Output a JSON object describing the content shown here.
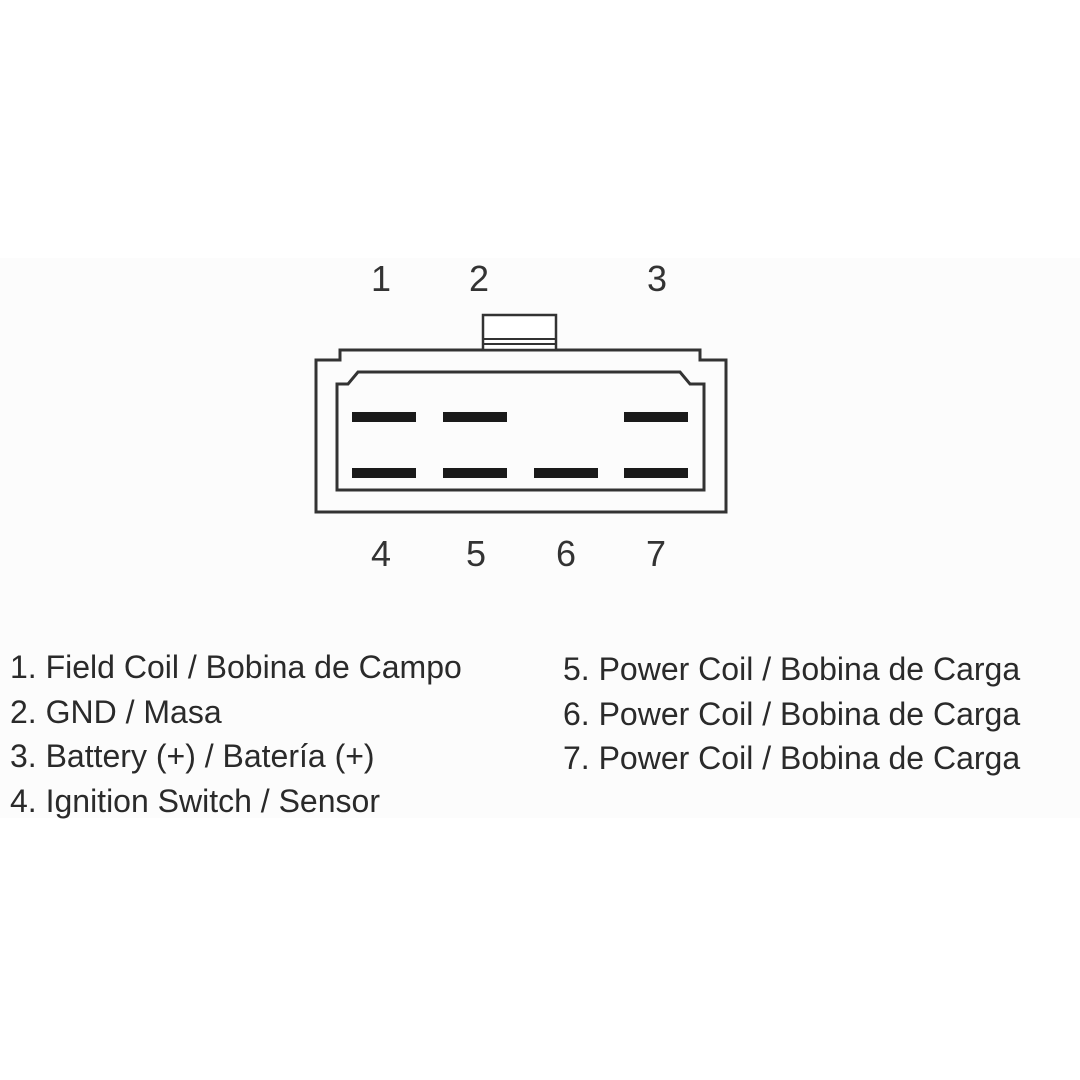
{
  "connector": {
    "top_pins": [
      {
        "label": "1",
        "terminal": true
      },
      {
        "label": "2",
        "terminal": true
      },
      {
        "label": "3",
        "terminal": true
      }
    ],
    "bottom_pins": [
      {
        "label": "4",
        "terminal": true
      },
      {
        "label": "5",
        "terminal": true
      },
      {
        "label": "6",
        "terminal": true
      },
      {
        "label": "7",
        "terminal": true
      }
    ]
  },
  "legend": {
    "left": [
      "1. Field Coil / Bobina de Campo",
      "2. GND / Masa",
      "3. Battery (+) / Batería (+)",
      "4. Ignition Switch / Sensor"
    ],
    "right": [
      "5. Power Coil / Bobina de Carga",
      "6. Power Coil / Bobina de Carga",
      "7. Power Coil / Bobina de Carga"
    ]
  },
  "colors": {
    "line": "#333333",
    "terminal": "#1a1a1a",
    "panel": "#fcfcfc",
    "background": "#ffffff"
  }
}
